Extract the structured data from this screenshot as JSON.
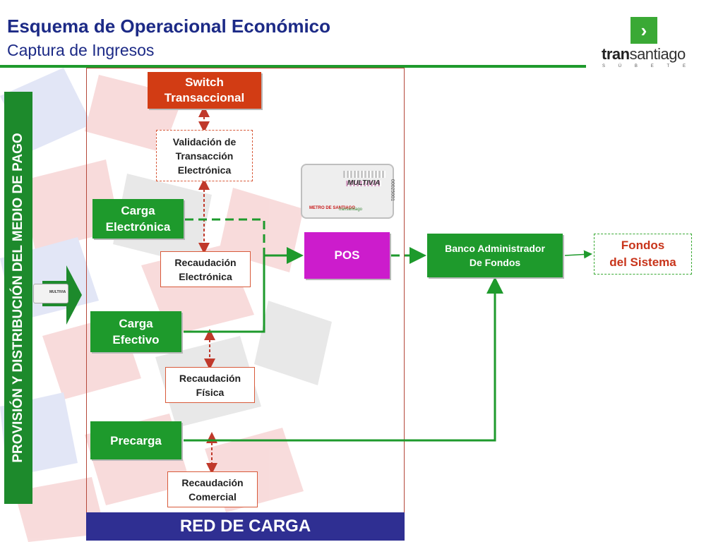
{
  "header": {
    "title": "Esquema de Operacional Económico",
    "subtitle": "Captura de Ingresos"
  },
  "logo": {
    "mark": "›",
    "word_bold": "tran",
    "word_rest": "santiago",
    "tagline": [
      "S",
      "Ú",
      "B",
      "E",
      "T",
      "E"
    ]
  },
  "sidebar": {
    "label": "PROVISIÓN Y DISTRIBUCIÓN DEL MEDIO DE PAGO"
  },
  "diagram": {
    "switch": "Switch\nTransaccional",
    "validacion": "Validación de\nTransacción\nElectrónica",
    "carga_electronica": "Carga\nElectrónica",
    "recaudacion_electronica": "Recaudación\nElectrónica",
    "pos": "POS",
    "banco": "Banco Administrador\nDe Fondos",
    "fondos": "Fondos\ndel Sistema",
    "carga_efectivo": "Carga\nEfectivo",
    "recaudacion_fisica": "Recaudación\nFísica",
    "precarga": "Precarga",
    "recaudacion_comercial": "Recaudación\nComercial",
    "red_de_carga": "RED DE CARGA"
  },
  "card": {
    "brand": "MULTIVIA",
    "issuer": "METRO DE SANTIAGO",
    "partner": "transantiago",
    "serial": "00025001"
  },
  "colors": {
    "title_blue": "#1c2a86",
    "green": "#1e9a2c",
    "switch_red": "#d23c14",
    "pos_magenta": "#cc1ccc",
    "red_de_carga_blue": "#2f2f92",
    "connector_red": "#c0392b"
  }
}
